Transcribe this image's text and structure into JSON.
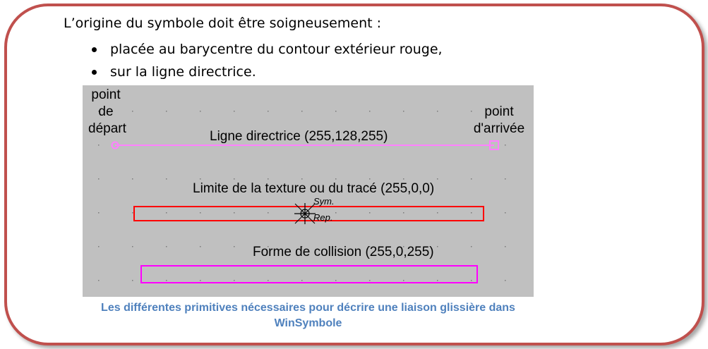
{
  "intro": "L’origine du symbole doit être soigneusement :",
  "bullets": [
    "placée au barycentre du contour extérieur rouge,",
    "sur la ligne directrice."
  ],
  "diagram": {
    "start_label": "point\nde\ndépart",
    "start_lines": [
      "point",
      "de",
      "départ"
    ],
    "end_lines": [
      "point",
      "d'arrivée"
    ],
    "guideline_label": "Ligne directrice (255,128,255)",
    "limit_label": "Limite de la texture ou du tracé (255,0,0)",
    "sym_label": "Sym.",
    "rep_label": "Rep.",
    "collision_label": "Forme de collision (255,0,255)",
    "colors": {
      "background": "#c0c0c0",
      "guideline": "#ff80ff",
      "limit": "#ff0000",
      "collision": "#ff00ff",
      "frame": "#c0504d",
      "caption": "#4f81bd"
    },
    "icons": [
      "symbol-origin-icon",
      "reference-cross-icon"
    ]
  },
  "caption": "Les différentes primitives nécessaires pour décrire une liaison glissière dans WinSymbole"
}
